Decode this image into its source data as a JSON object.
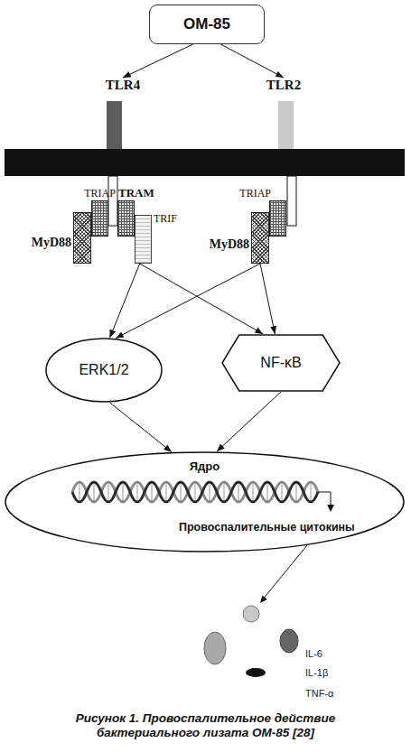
{
  "diagram": {
    "caption": "Рисунок 1. Провоспалительное действие бактериального лизата OM-85 [28]",
    "nodes": [
      {
        "text": [
          "OM-85"
        ]
      },
      {
        "text": [
          "TLR4"
        ]
      },
      {
        "text": [
          "TLR2"
        ]
      },
      {
        "text": [
          "TRIAP"
        ]
      },
      {
        "text": [
          "TRAM"
        ]
      },
      {
        "text": [
          "MyD88"
        ]
      },
      {
        "text": [
          "TRIF"
        ]
      },
      {
        "text": [
          "TRIAP"
        ]
      },
      {
        "text": [
          "MyD88"
        ]
      },
      {
        "text": [
          "ERK1/2"
        ]
      },
      {
        "text": [
          "NF-κB"
        ]
      },
      {
        "text": [
          "Ядро",
          "Провоспалительные цитокины"
        ]
      }
    ],
    "edges": [
      {
        "from": 0,
        "to": 1,
        "arrow": "to"
      },
      {
        "from": 0,
        "to": 2,
        "arrow": "to"
      },
      {
        "from": 6,
        "to": 9,
        "arrow": "to"
      },
      {
        "from": 6,
        "to": 10,
        "arrow": "to"
      },
      {
        "from": 8,
        "to": 9,
        "arrow": "to"
      },
      {
        "from": 8,
        "to": 10,
        "arrow": "to"
      },
      {
        "from": 9,
        "to": 11,
        "arrow": "to"
      },
      {
        "from": 10,
        "to": 11,
        "arrow": "to"
      }
    ],
    "labels": [
      "IL-6",
      "IL-1β",
      "TNF-α"
    ]
  }
}
